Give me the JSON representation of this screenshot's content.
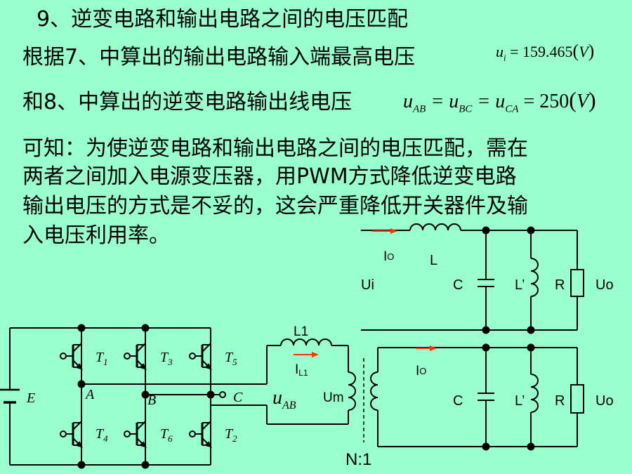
{
  "text": {
    "heading": "9、逆变电路和输出电路之间的电压匹配",
    "line2": "根据7、中算出的输出电路输入端最高电压",
    "line3": "和8、中算出的逆变电路输出线电压",
    "para1": "可知：为使逆变电路和输出电路之间的电压匹配，需在",
    "para2": "两者之间加入电源变压器，用PWM方式降低逆变电路",
    "para3": "输出电压的方式是不妥的，这会严重降低开关器件及输",
    "para4": "入电压利用率。"
  },
  "equations": {
    "ui": "u",
    "ui_sub": "i",
    "ui_value": " = 159.465",
    "ui_unit": "V",
    "uab": "u",
    "uab_sub": "AB",
    "ubc": " = u",
    "ubc_sub": "BC",
    "uca": " = u",
    "uca_sub": "CA",
    "line_value": " = 250",
    "line_unit": "V"
  },
  "labels": {
    "E": "E",
    "T1": "T",
    "T1_sub": "1",
    "T3": "T",
    "T3_sub": "3",
    "T5": "T",
    "T5_sub": "5",
    "T4": "T",
    "T4_sub": "4",
    "T6": "T",
    "T6_sub": "6",
    "T2": "T",
    "T2_sub": "2",
    "A": "A",
    "B": "B",
    "C": "C",
    "uAB": "u",
    "uAB_sub": "AB",
    "L1": "L1",
    "IL1": "I",
    "IL1_sub": "L1",
    "Um": "Um",
    "N1": "N:1",
    "Io_top": "I",
    "Io_top_sub": "O",
    "L_top": "L",
    "Ui": "Ui",
    "C_top": "C",
    "Lp_top": "L’",
    "R_top": "R",
    "Uo_top": "Uo",
    "Io_bot": "I",
    "Io_bot_sub": "O",
    "C_bot": "C",
    "Lp_bot": "L’",
    "R_bot": "R",
    "Uo_bot": "Uo"
  },
  "colors": {
    "background": "#99FFCC",
    "arrow": "#FF3300",
    "wire": "#000000"
  }
}
